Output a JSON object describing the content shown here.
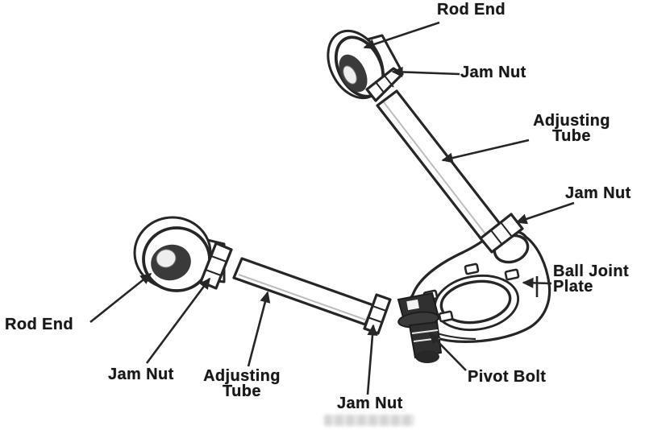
{
  "diagram": {
    "colors": {
      "ink": "#262626",
      "paper": "#ffffff",
      "bore_fill": "#3a3a3a",
      "bolt_fill": "#2f2f2f"
    },
    "labels": {
      "rod_end_top": "Rod End",
      "jam_nut_upper": "Jam Nut",
      "adjusting_tube_upper": "Adjusting\nTube",
      "jam_nut_right": "Jam Nut",
      "ball_joint_plate": "Ball Joint\nPlate",
      "pivot_bolt": "Pivot Bolt",
      "jam_nut_lower_center": "Jam Nut",
      "adjusting_tube_lower": "Adjusting\nTube",
      "jam_nut_lower_left": "Jam Nut",
      "rod_end_left": "Rod End"
    }
  }
}
